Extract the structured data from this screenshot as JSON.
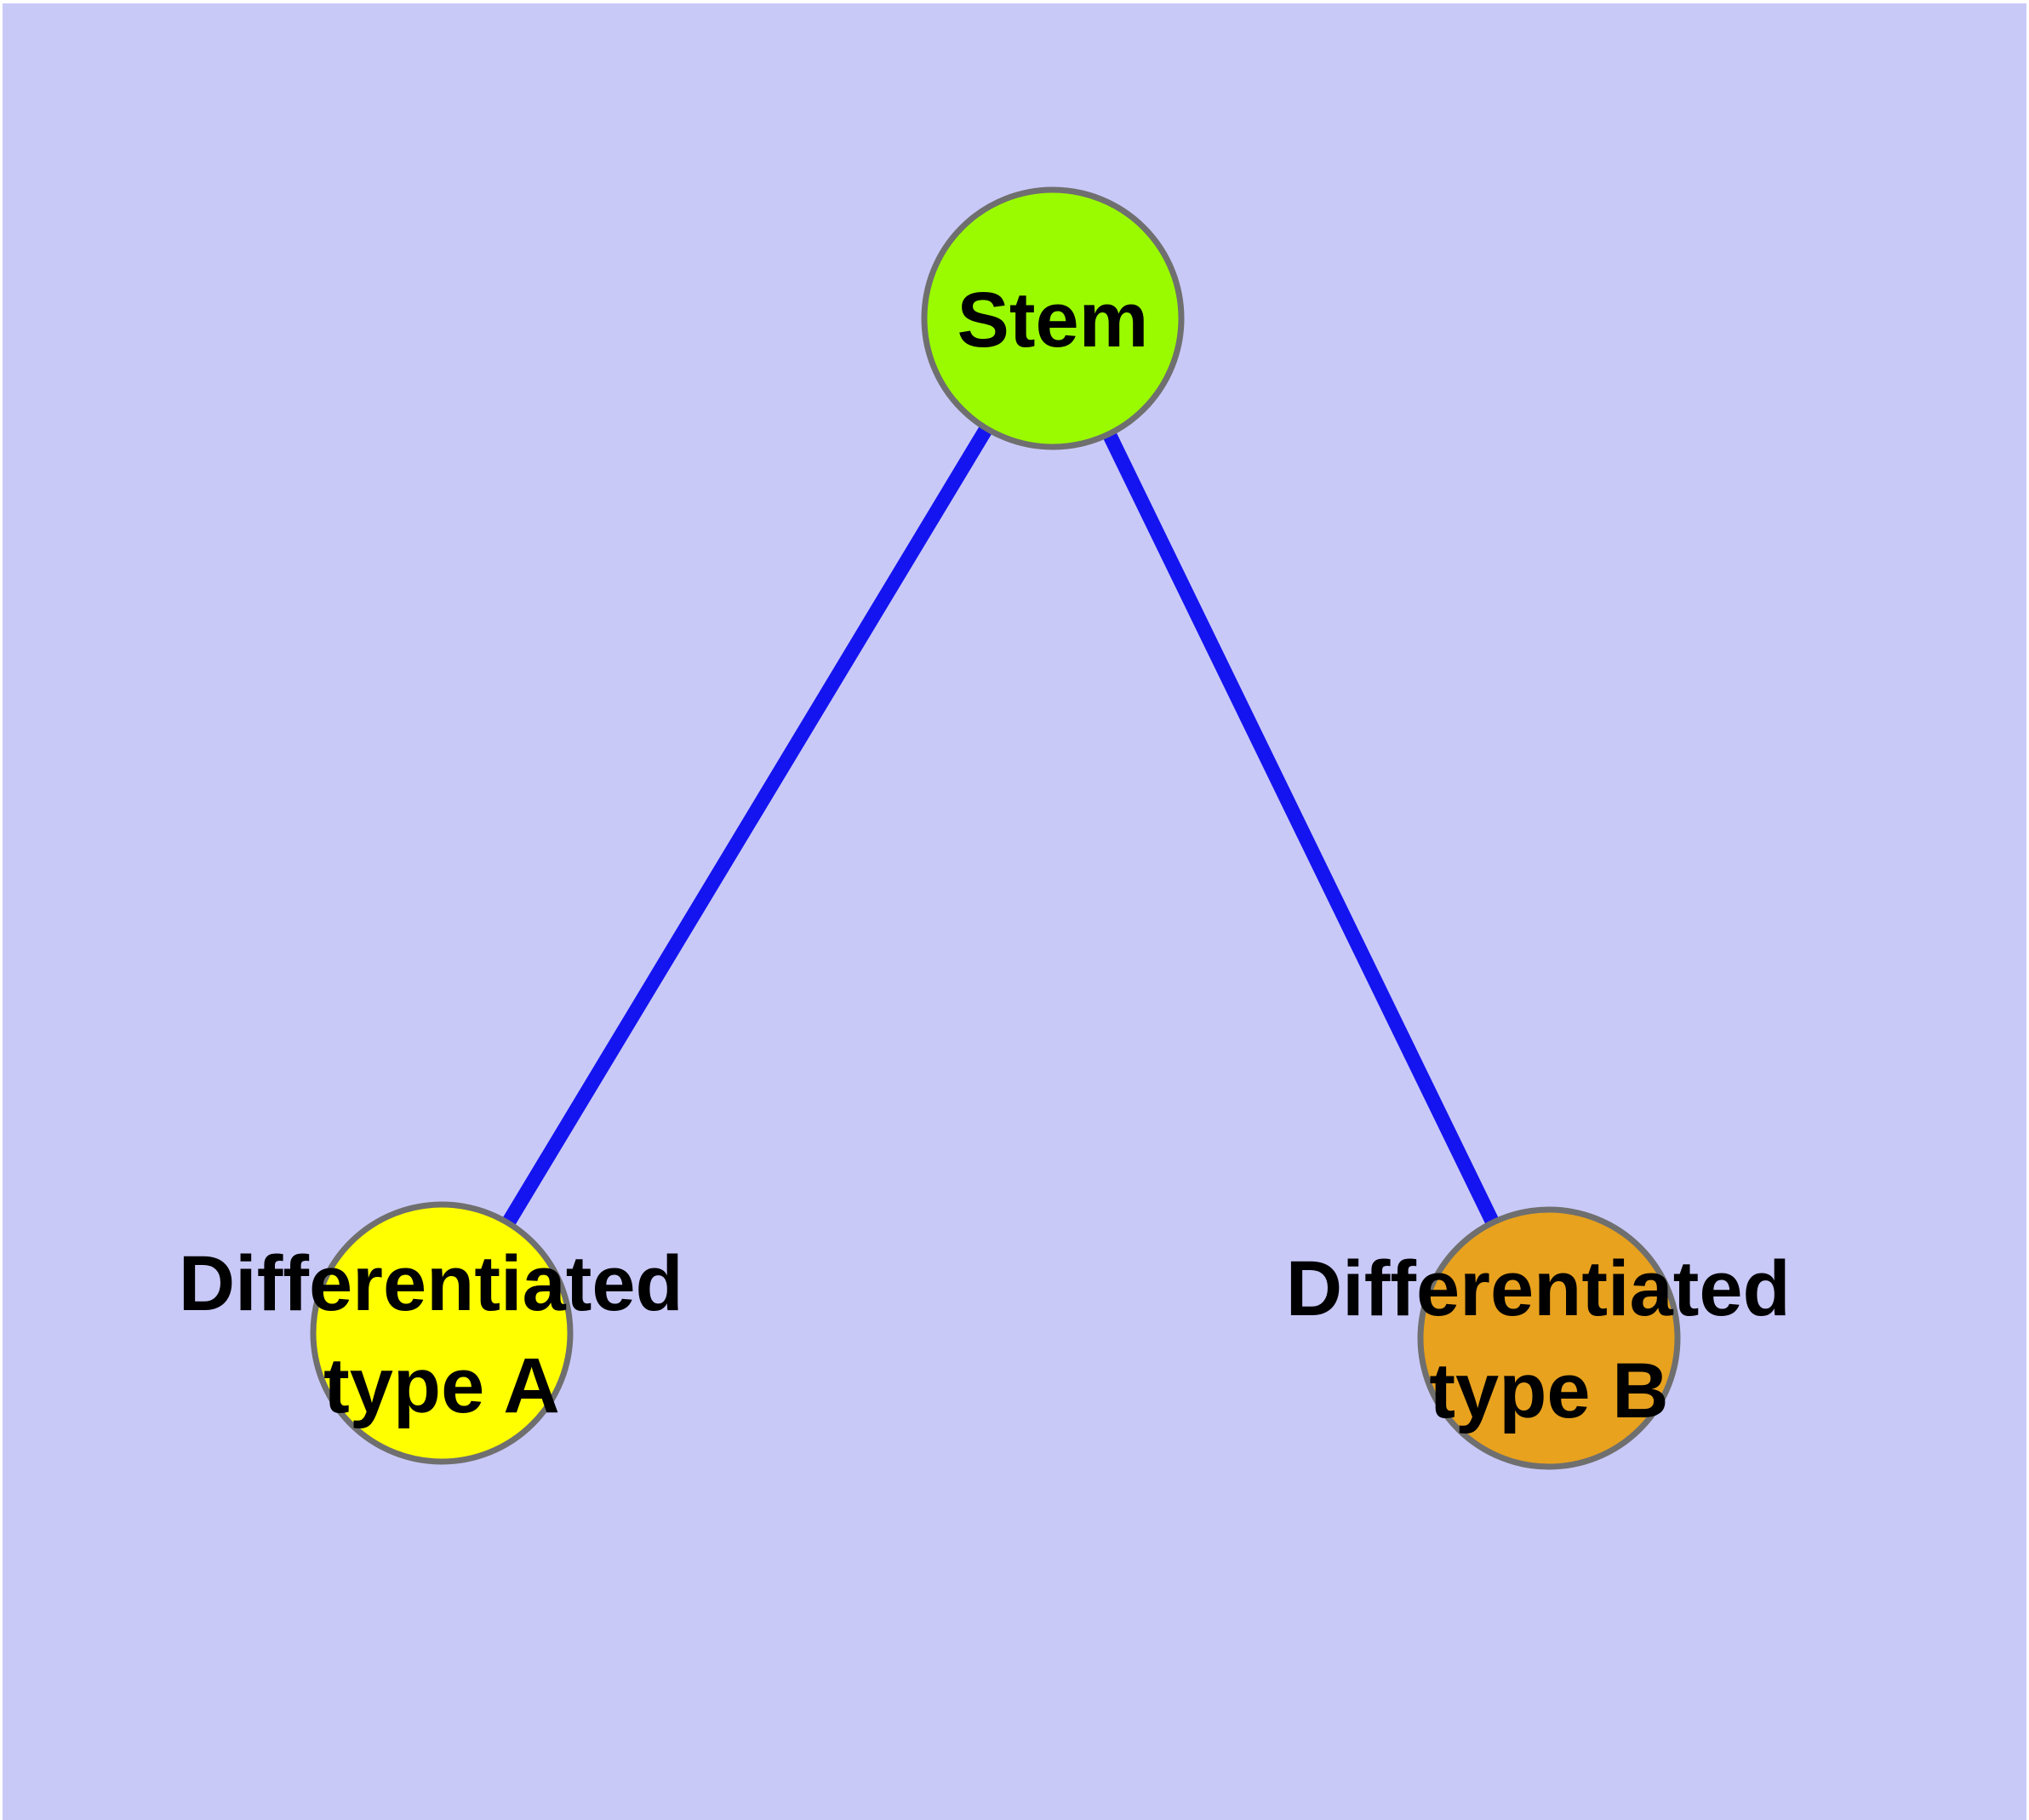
{
  "canvas": {
    "background_color": "#C9C9F8",
    "frame_color": "#FFFFFF"
  },
  "edges": {
    "color": "#1414F0",
    "list": [
      {
        "from": "Stem",
        "to": "Differentiated type A"
      },
      {
        "from": "Stem",
        "to": "Differentiated type B"
      }
    ]
  },
  "nodes": {
    "stem": {
      "label": "Stem",
      "fill": "#9AFB00",
      "border": "#6F6F6F"
    },
    "type_a": {
      "line1": "Differentiated",
      "line2": "type A",
      "fill": "#FFFF00",
      "border": "#6F6F6F"
    },
    "type_b": {
      "line1": "Differentiated",
      "line2": "type B",
      "fill": "#E8A21E",
      "border": "#6F6F6F"
    }
  }
}
